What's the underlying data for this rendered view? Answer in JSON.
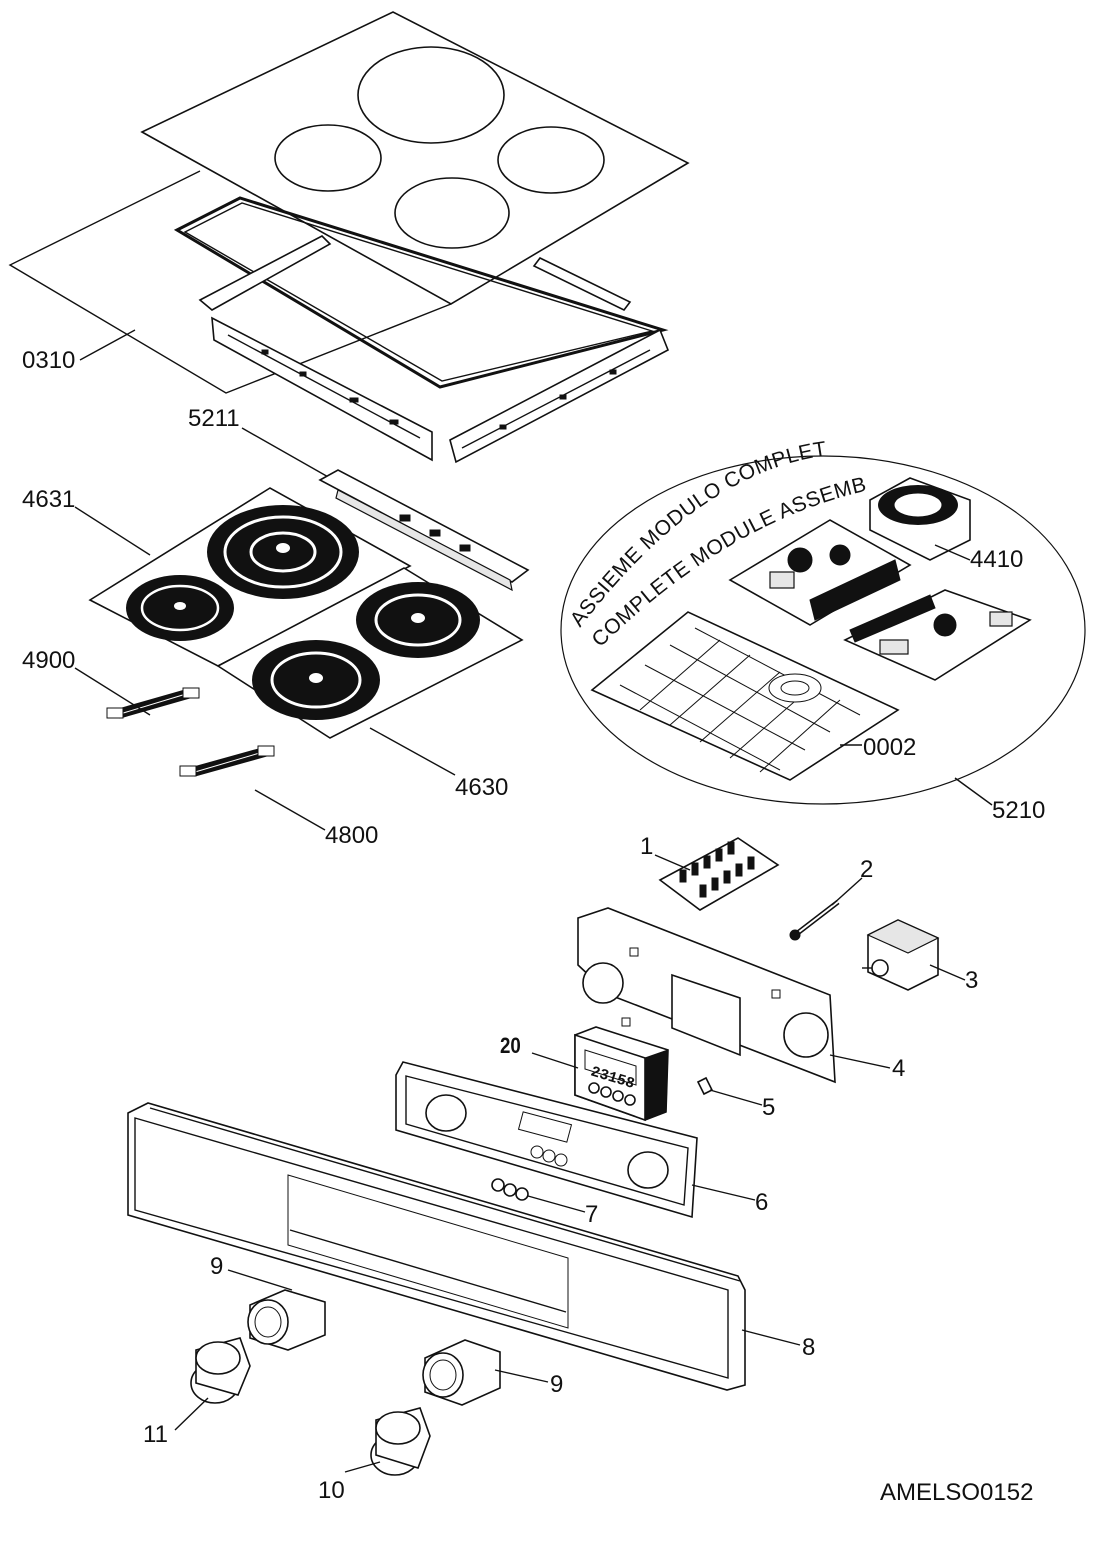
{
  "drawing_code": "AMELSO0152",
  "module_text": {
    "line_it": "ASSIEME MODULO COMPLETO",
    "line_en": "COMPLETE MODULE ASSEMBLY"
  },
  "labels": {
    "l0310": "0310",
    "l5211": "5211",
    "l4631": "4631",
    "l4900": "4900",
    "l4630": "4630",
    "l4800": "4800",
    "l4410": "4410",
    "l0002": "0002",
    "l5210": "5210",
    "l1": "1",
    "l2": "2",
    "l3": "3",
    "l4": "4",
    "l20": "20",
    "l5": "5",
    "l6": "6",
    "l7": "7",
    "l8": "8",
    "l9a": "9",
    "l9b": "9",
    "l10": "10",
    "l11": "11"
  },
  "display_reading": "23158"
}
